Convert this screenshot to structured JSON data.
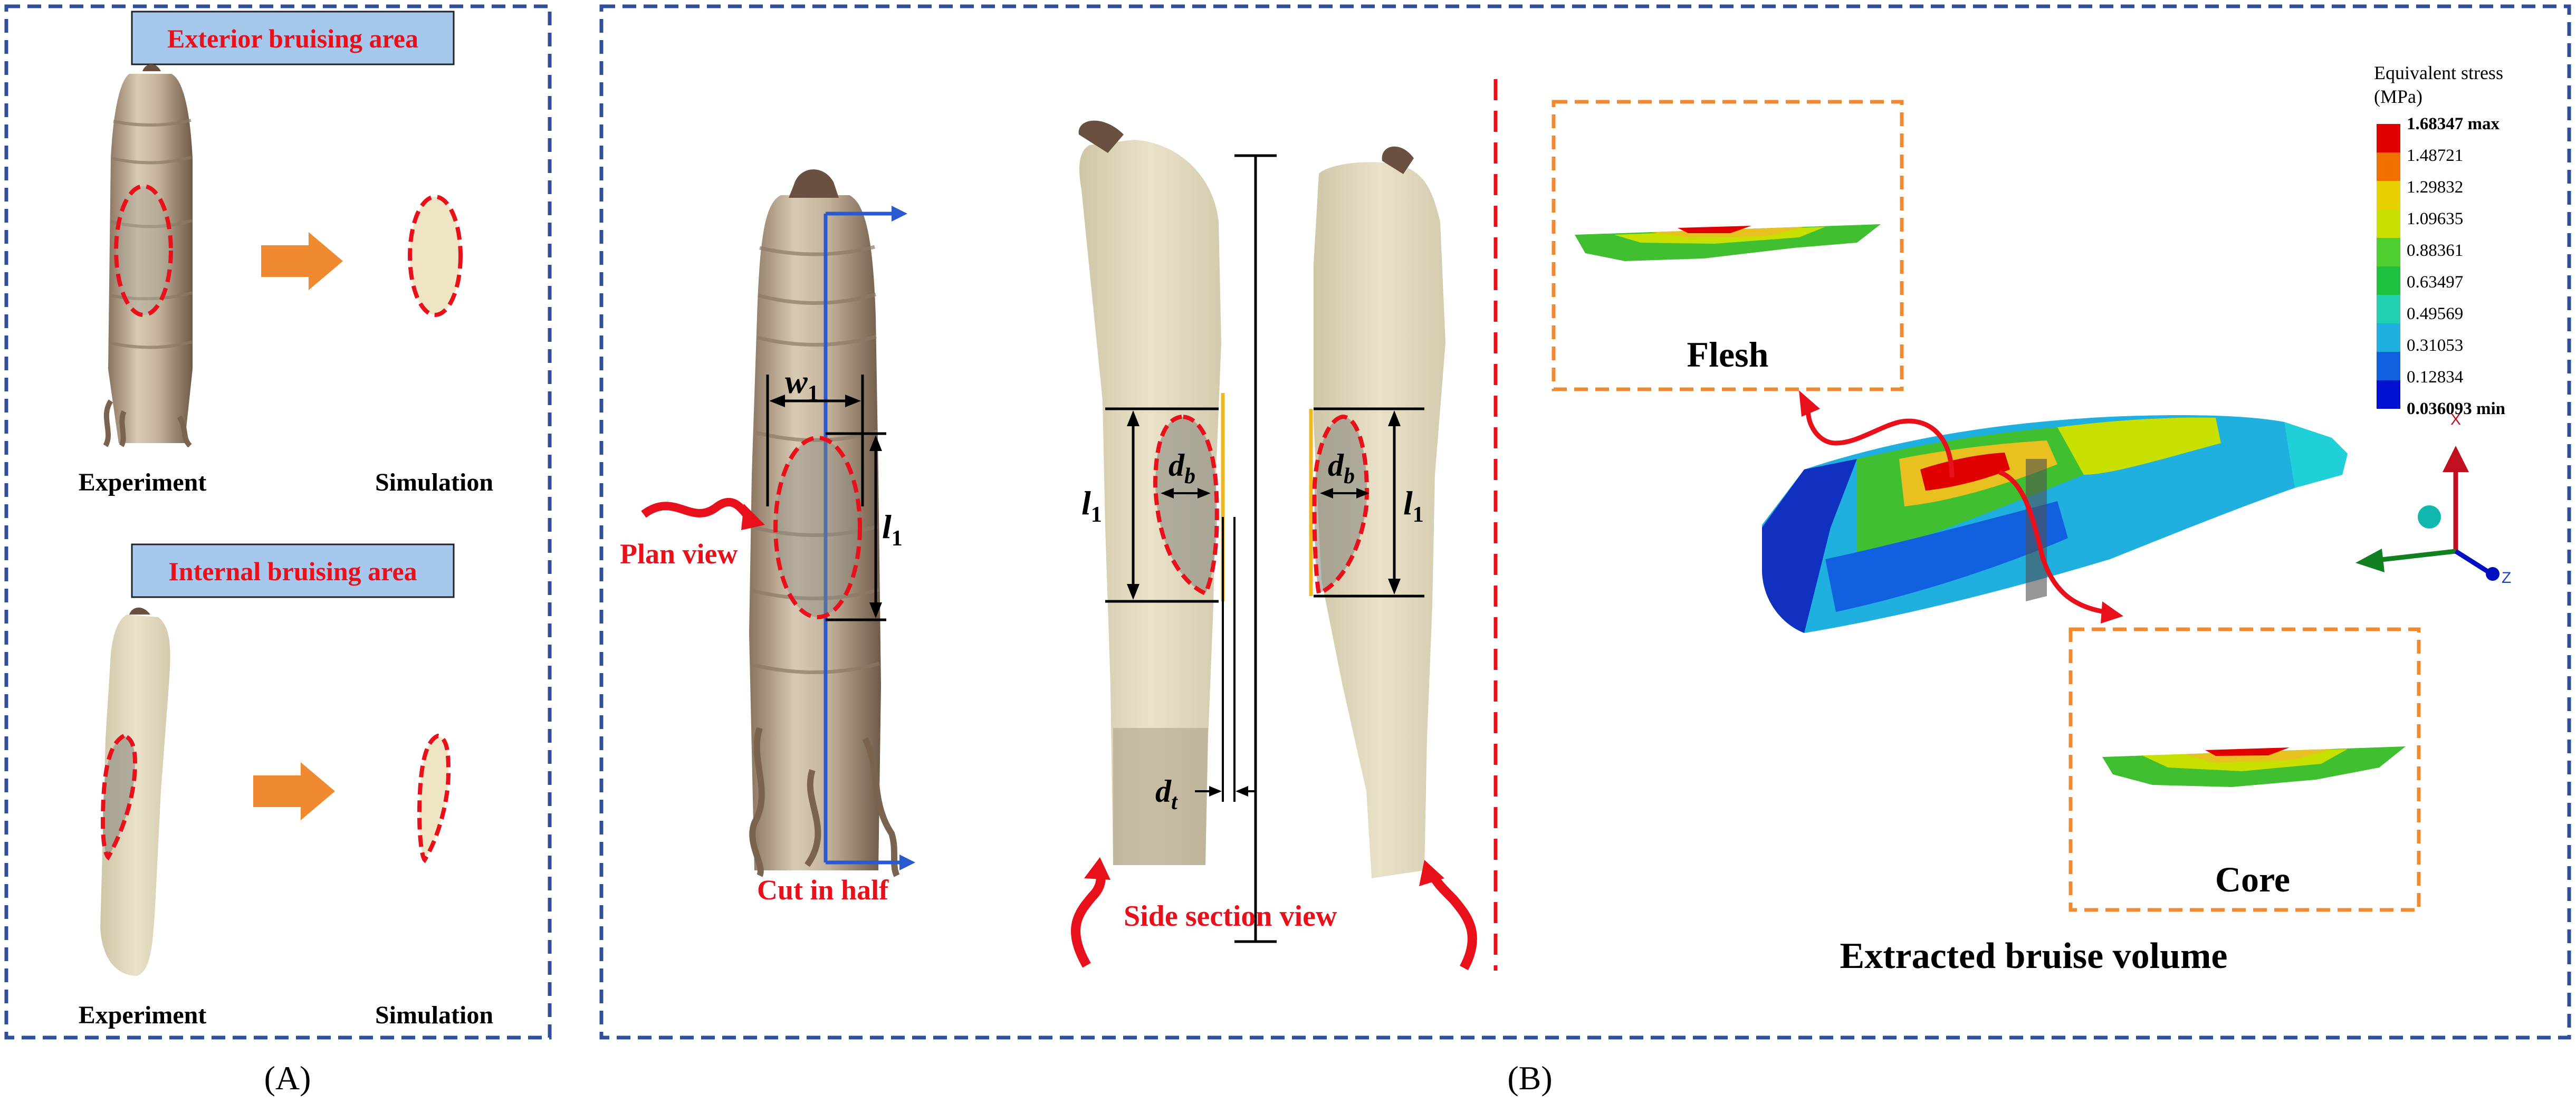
{
  "panel_a": {
    "exterior_title": "Exterior bruising area",
    "internal_title": "Internal bruising area",
    "experiment_label": "Experiment",
    "simulation_label": "Simulation",
    "caption": "(A)"
  },
  "panel_b": {
    "plan_view": "Plan view",
    "cut_in_half": "Cut in half",
    "side_section_view": "Side section view",
    "w1_main": "w",
    "w1_sub": "1",
    "l1_main": "l",
    "l1_sub": "1",
    "db_main": "d",
    "db_sub": "b",
    "dt_main": "d",
    "dt_sub": "t",
    "flesh_label": "Flesh",
    "core_label": "Core",
    "extracted_label": "Extracted  bruise volume",
    "caption": "(B)"
  },
  "legend": {
    "title_line1": "Equivalent stress",
    "title_line2": "(MPa)",
    "values": [
      "1.68347 max",
      "1.48721",
      "1.29832",
      "1.09635",
      "0.88361",
      "0.63497",
      "0.49569",
      "0.31053",
      "0.12834",
      "0.036093 min"
    ],
    "colors": [
      "#e00000",
      "#f07000",
      "#e8d000",
      "#c8e000",
      "#50d030",
      "#20c040",
      "#20d0b0",
      "#20b0e0",
      "#1060e0",
      "#0010d0"
    ]
  },
  "axes": {
    "x": "X",
    "z": "Z"
  },
  "colors": {
    "frame": "#2f4f9a",
    "red": "#e8101a",
    "orange": "#f08a30",
    "label_box": "#a6c8ec"
  }
}
